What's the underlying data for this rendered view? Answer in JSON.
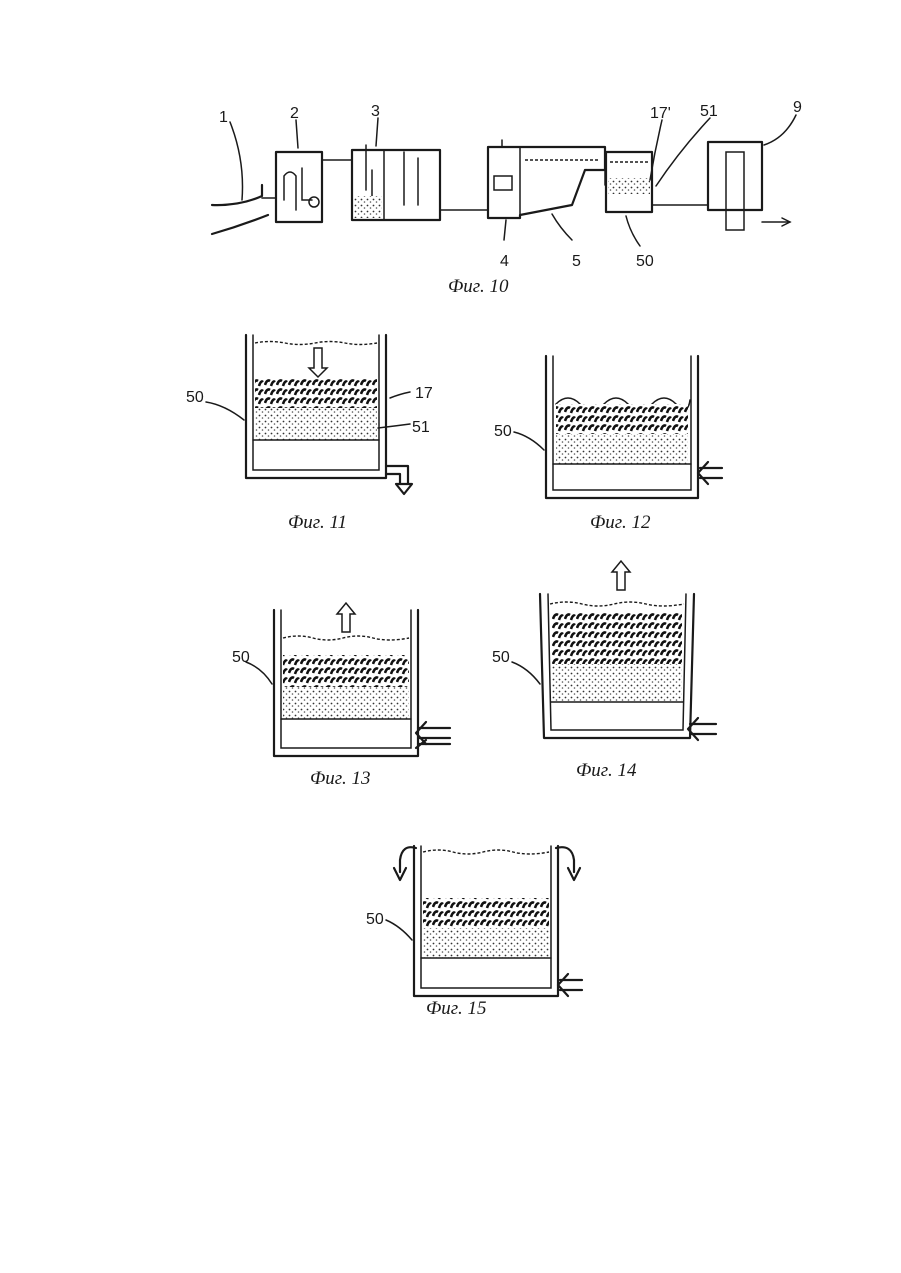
{
  "fig10": {
    "caption": "Фиг. 10",
    "labels": {
      "l1": "1",
      "l2": "2",
      "l3": "3",
      "l4": "4",
      "l5": "5",
      "l9": "9",
      "l17": "17'",
      "l51": "51",
      "l50": "50"
    }
  },
  "fig11": {
    "caption": "Фиг. 11",
    "label_tank": "50",
    "label_top": "17",
    "label_bottom": "51"
  },
  "fig12": {
    "caption": "Фиг. 12",
    "label_tank": "50"
  },
  "fig13": {
    "caption": "Фиг. 13",
    "label_tank": "50"
  },
  "fig14": {
    "caption": "Фиг. 14",
    "label_tank": "50"
  },
  "fig15": {
    "caption": "Фиг. 15",
    "label_tank": "50"
  }
}
